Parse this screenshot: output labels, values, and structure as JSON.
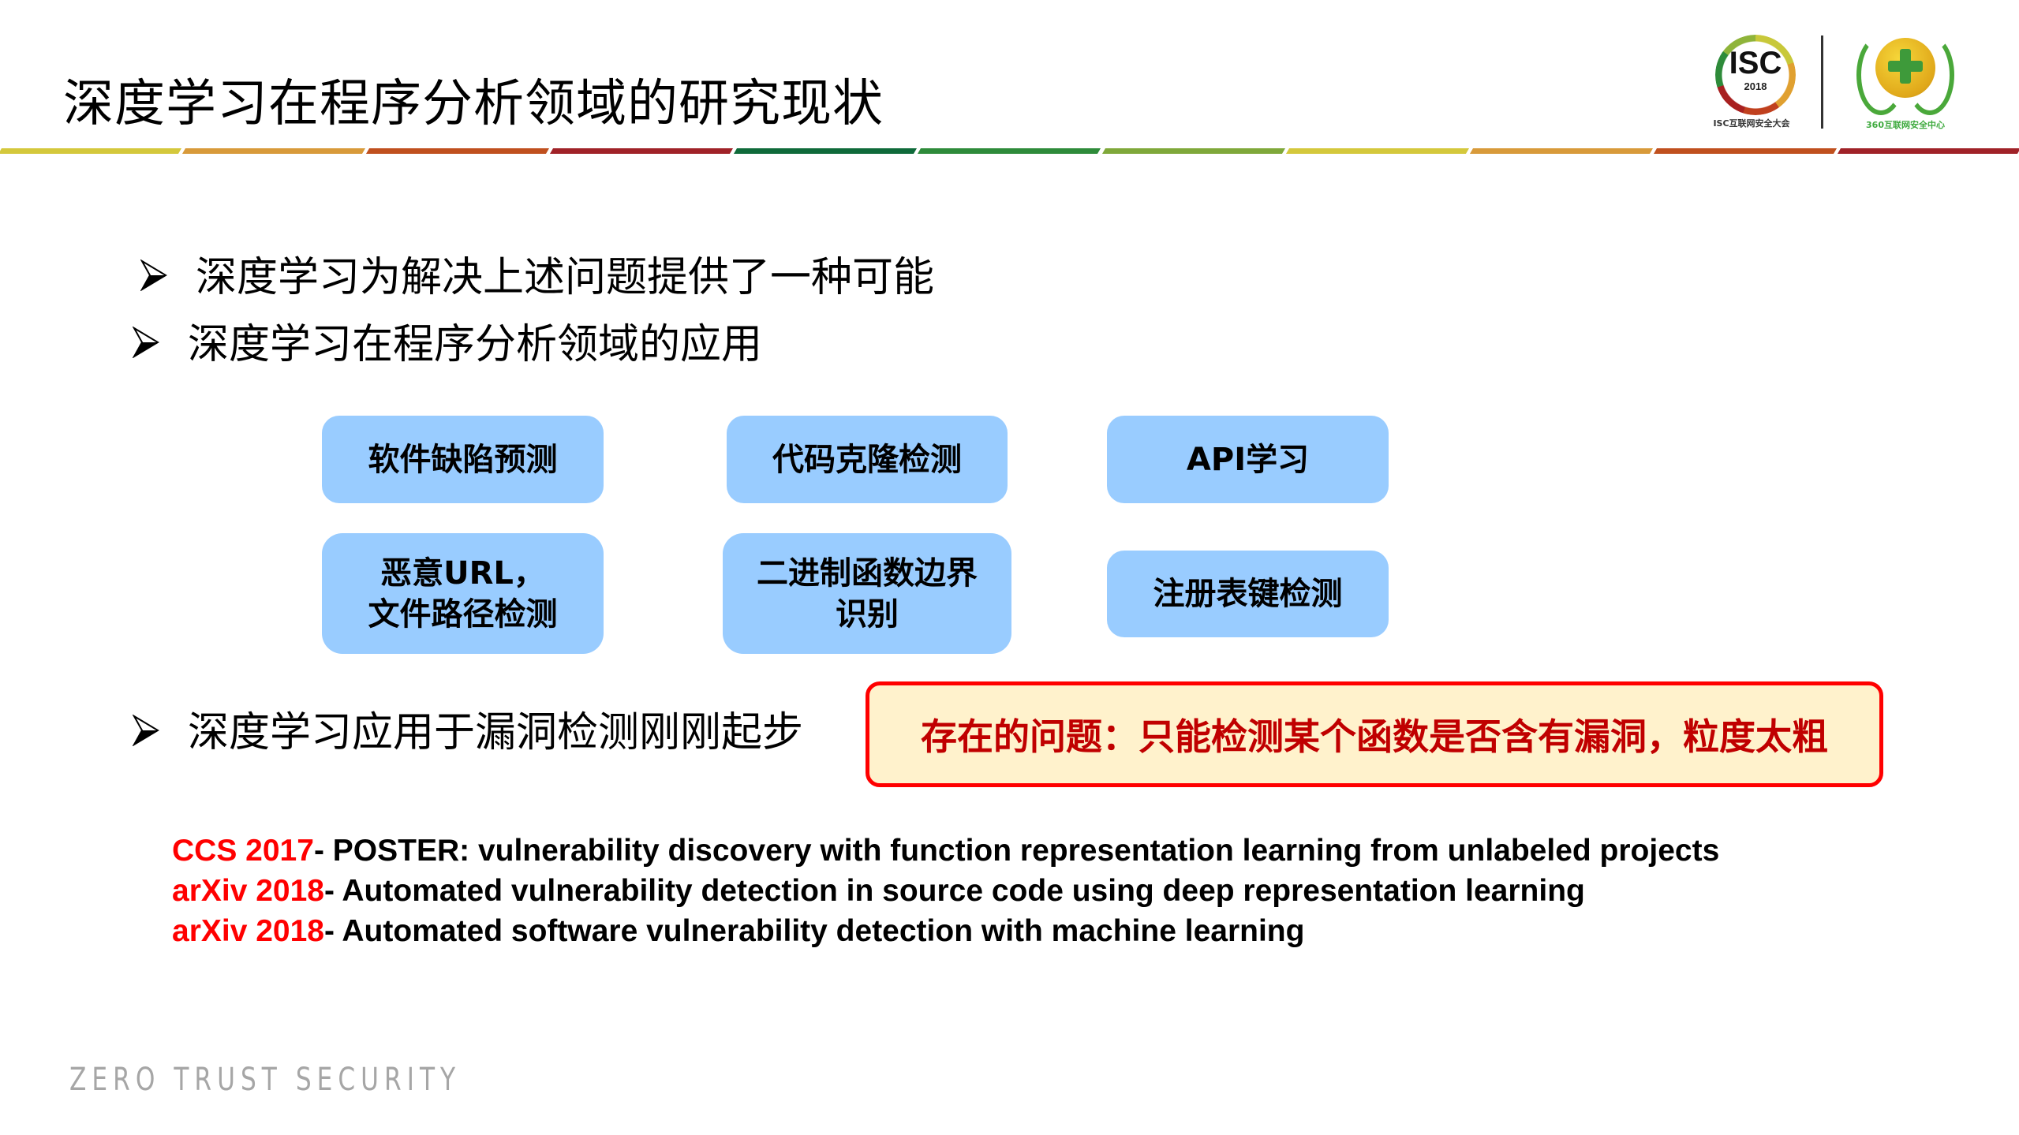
{
  "slide": {
    "title": "深度学习在程序分析领域的研究现状",
    "stripe_colors": [
      "#d4c83c",
      "#d89a3a",
      "#c0501e",
      "#a02228",
      "#0f6a3a",
      "#2e8b3a",
      "#7fa83a",
      "#d4c83c",
      "#d89a3a",
      "#c0501e",
      "#a02228"
    ]
  },
  "logos": {
    "isc": {
      "text": "ISC",
      "year": "2018",
      "label": "ISC互联网安全大会"
    },
    "org360": {
      "label": "360互联网安全中心"
    }
  },
  "bullets": [
    {
      "text": "深度学习为解决上述问题提供了一种可能"
    },
    {
      "text": "深度学习在程序分析领域的应用"
    },
    {
      "text": "深度学习应用于漏洞检测刚刚起步"
    }
  ],
  "applications": [
    {
      "label": "软件缺陷预测"
    },
    {
      "label": "代码克隆检测"
    },
    {
      "label": "API学习"
    },
    {
      "label": "恶意URL，\n文件路径检测"
    },
    {
      "label": "二进制函数边界\n识别"
    },
    {
      "label": "注册表键检测"
    }
  ],
  "callout": {
    "text": "存在的问题：只能检测某个函数是否含有漏洞，粒度太粗",
    "border_color": "#ff0000",
    "fill_color": "#fff2cc",
    "text_color": "#c00000"
  },
  "references": [
    {
      "venue": "CCS 2017",
      "title": "- POSTER: vulnerability discovery with function representation learning from unlabeled projects"
    },
    {
      "venue": "arXiv 2018",
      "title": "- Automated vulnerability detection in source code using deep representation learning"
    },
    {
      "venue": "arXiv 2018",
      "title": "- Automated software vulnerability detection with machine learning"
    }
  ],
  "footer": {
    "text": "ZERO TRUST SECURITY"
  }
}
